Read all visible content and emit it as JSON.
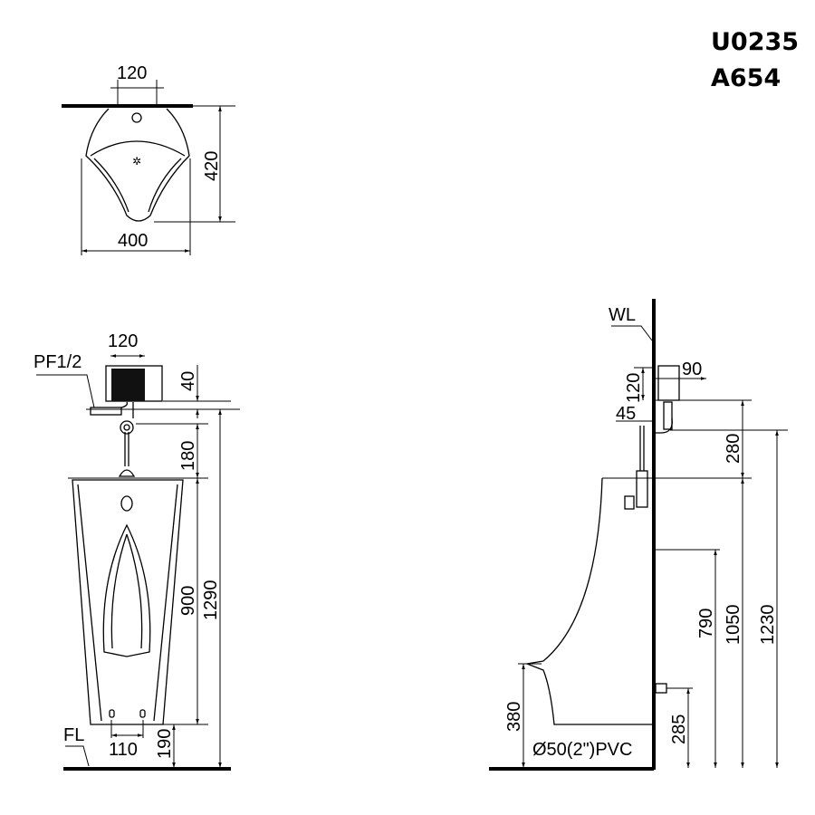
{
  "title": {
    "model": "U0235",
    "valve": "A654"
  },
  "top_view": {
    "dim_inlet": "120",
    "dim_depth": "420",
    "dim_width": "400"
  },
  "front_view": {
    "dim_box_width": "120",
    "inlet_label": "PF1/2",
    "dim_box_height": "40",
    "dim_pipe": "180",
    "dim_body": "900",
    "dim_total": "1290",
    "dim_base": "190",
    "dim_feet": "110",
    "floor_label": "FL"
  },
  "side_view": {
    "wall_label": "WL",
    "dim_box_depth": "90",
    "dim_box_height": "120",
    "dim_offset": "45",
    "dim_pipe": "280",
    "dim_outlet": "790",
    "dim_top": "1050",
    "dim_total": "1230",
    "dim_lip": "380",
    "dim_drain": "285",
    "drain_label": "Ø50(2\")PVC"
  }
}
